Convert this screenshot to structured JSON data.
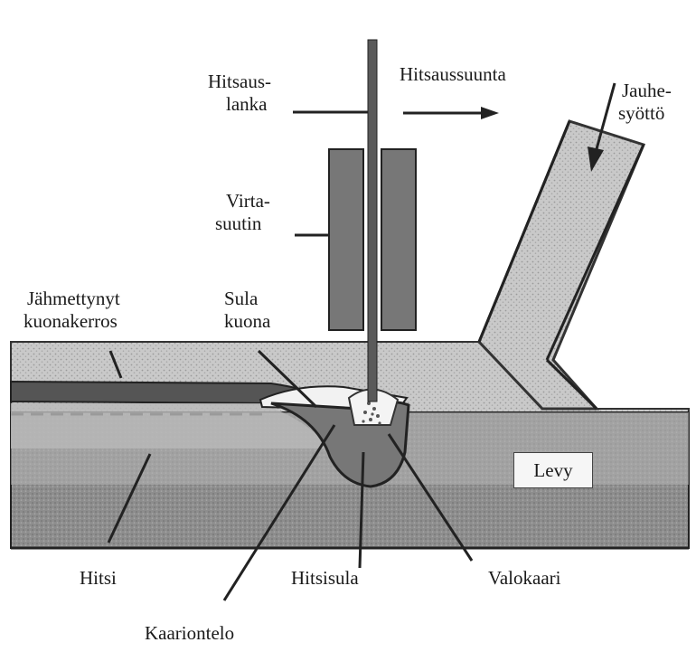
{
  "diagram": {
    "labels": {
      "hitsauslanka_1": "Hitsaus-",
      "hitsauslanka_2": "lanka",
      "hitsaussuunta": "Hitsaussuunta",
      "jauhesyotto_1": "Jauhe-",
      "jauhesyotto_2": "syöttö",
      "virtasuutin_1": "Virta-",
      "virtasuutin_2": "suutin",
      "jahmettynyt_1": "Jähmettynyt",
      "jahmettynyt_2": "kuonakerros",
      "sula_kuona_1": "Sula",
      "sula_kuona_2": "kuona",
      "levy": "Levy",
      "hitsi": "Hitsi",
      "hitsisula": "Hitsisula",
      "valokaari": "Valokaari",
      "kaariontelo": "Kaariontelo"
    },
    "colors": {
      "plate": "#8f8f8f",
      "flux": "#dedede",
      "slag_solid": "#5e5e5e",
      "molten_slag": "#f0f0f0",
      "weld_pool": "#7a7a7a",
      "outline": "#222222",
      "background": "#ffffff"
    }
  }
}
